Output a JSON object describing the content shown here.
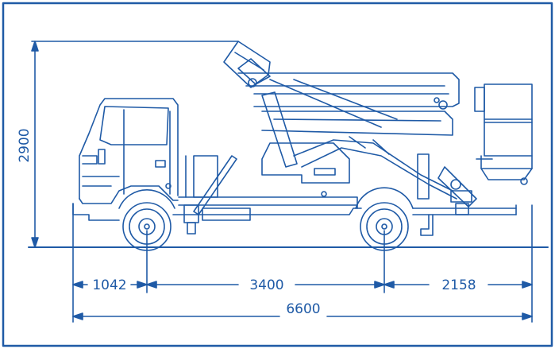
{
  "diagram": {
    "colors": {
      "line": "#1f5aa6",
      "background": "#ffffff",
      "frame": "#1f5aa6"
    },
    "dimensions": {
      "height_total": "2900",
      "front_overhang": "1042",
      "wheelbase": "3400",
      "rear_overhang": "2158",
      "length_total": "6600"
    }
  }
}
